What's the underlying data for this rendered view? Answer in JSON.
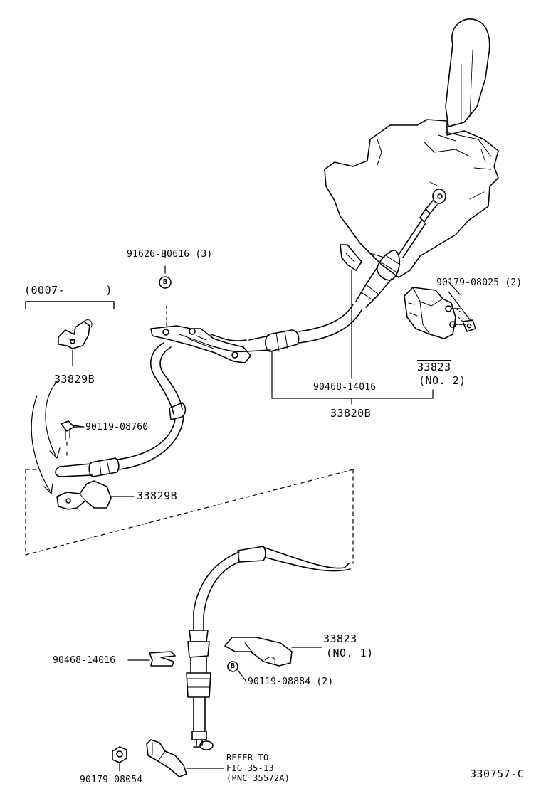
{
  "diagram": {
    "figure_code": "330757-C",
    "date_range": "(0007-      )",
    "parts": {
      "bolt_b_label": "91626-B0616 (3)",
      "bolt_b_letter": "B",
      "nut_upper": "90179-08025 (2)",
      "bracket_no2_number": "33823",
      "bracket_no2_suffix": "(NO. 2)",
      "clip_upper": "90468-14016",
      "cable_assembly": "33820B",
      "clamp_top": "33829B",
      "bolt_clamp": "90119-08760",
      "clamp_lower": "33829B",
      "clip_lower": "90468-14016",
      "bracket_no1_number": "33823",
      "bracket_no1_suffix": "(NO. 1)",
      "bolt_lower": "90119-08884 (2)",
      "bolt_lower_letter": "B",
      "nut_lower": "90179-08054",
      "refer_line1": "REFER TO",
      "refer_line2": "FIG 35-13",
      "refer_line3": "(PNC 35572A)"
    }
  }
}
